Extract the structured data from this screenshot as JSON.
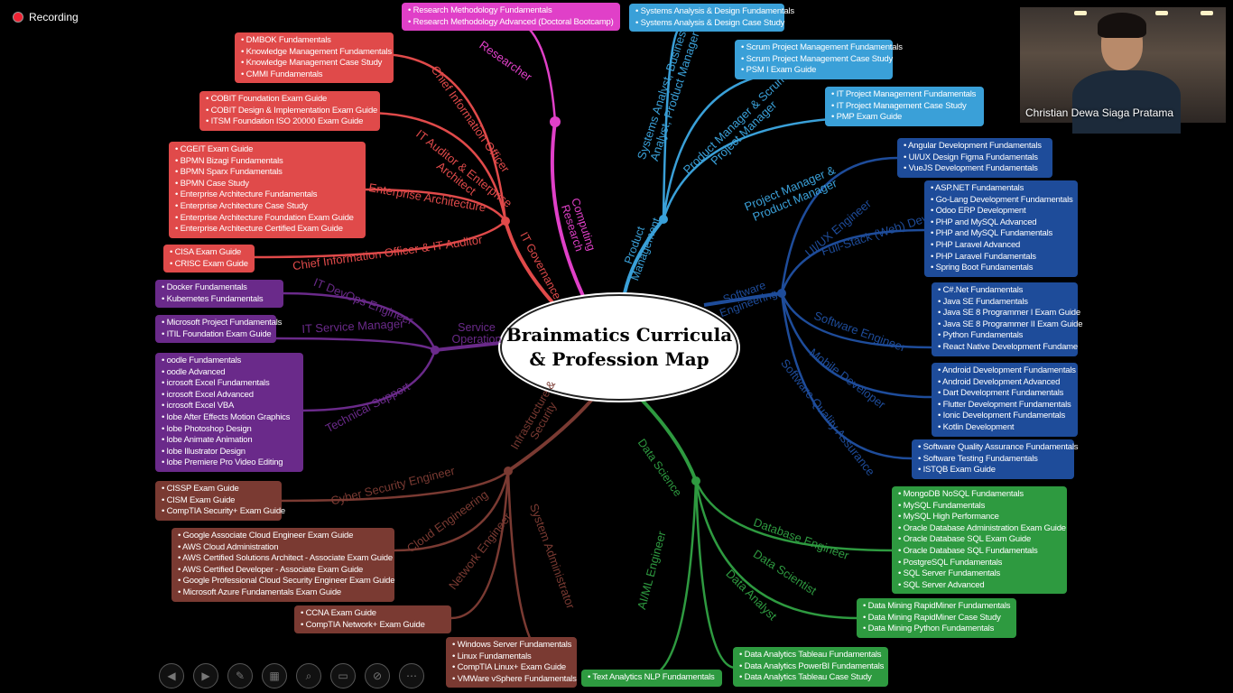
{
  "recording": {
    "label": "Recording"
  },
  "presenter": {
    "name": "Christian Dewa Siaga Pratama"
  },
  "center": {
    "line1": "Brainmatics Curricula",
    "line2": "& Profession Map"
  },
  "colors": {
    "research": "#e040c8",
    "governance": "#e04a4a",
    "service": "#6a2a8a",
    "infra": "#7a3a32",
    "product": "#3aa0d8",
    "software": "#1e4c9a",
    "data": "#2e9a40"
  },
  "branches": [
    {
      "id": "research",
      "label": "Computing Research"
    },
    {
      "id": "governance",
      "label": "IT Governance"
    },
    {
      "id": "service",
      "label": "Service Operation"
    },
    {
      "id": "infra",
      "label": "Infrastructure & Security"
    },
    {
      "id": "product",
      "label": "Product Management"
    },
    {
      "id": "software",
      "label": "Software Engineering"
    },
    {
      "id": "data",
      "label": "Data Science"
    }
  ],
  "roles": [
    {
      "label": "Researcher"
    },
    {
      "label": "Chief Information Officer"
    },
    {
      "label": "IT Auditor & Enterprise Architect"
    },
    {
      "label": "Enterprise Architecture"
    },
    {
      "label": "Chief Information Officer & IT Auditor"
    },
    {
      "label": "IT DevOps Engineer"
    },
    {
      "label": "IT Service Manager"
    },
    {
      "label": "Technical Support"
    },
    {
      "label": "Cyber Security Engineer"
    },
    {
      "label": "Cloud Engineering"
    },
    {
      "label": "Network Engineer"
    },
    {
      "label": "System Administrator"
    },
    {
      "label": "Systems Analyst, Business Analyst, Product Manager"
    },
    {
      "label": "Product Manager & Scrum Project Manager"
    },
    {
      "label": "Project Manager & Product Manager"
    },
    {
      "label": "UI/UX Engineer"
    },
    {
      "label": "Full-Stack (Web) Developer"
    },
    {
      "label": "Software Engineer"
    },
    {
      "label": "Mobile Developer"
    },
    {
      "label": "Software Quality Assurance"
    },
    {
      "label": "Database Engineer"
    },
    {
      "label": "Data Scientist"
    },
    {
      "label": "Data Analyst"
    },
    {
      "label": "AI/ML Engineer"
    }
  ],
  "boxes": [
    {
      "items": [
        "Research Methodology Fundamentals",
        "Research Methodology Advanced (Doctoral Bootcamp)"
      ]
    },
    {
      "items": [
        "DMBOK Fundamentals",
        "Knowledge Management Fundamentals",
        "Knowledge Management Case Study",
        "CMMI Fundamentals"
      ]
    },
    {
      "items": [
        "COBIT Foundation Exam Guide",
        "COBIT Design & Implementation Exam Guide",
        "ITSM Foundation ISO 20000 Exam Guide"
      ]
    },
    {
      "items": [
        "CGEIT Exam Guide",
        "BPMN Bizagi Fundamentals",
        "BPMN Sparx Fundamentals",
        "BPMN Case Study",
        "Enterprise Architecture Fundamentals",
        "Enterprise Architecture Case Study",
        "Enterprise Architecture Foundation Exam Guide",
        "Enterprise Architecture Certified Exam Guide"
      ]
    },
    {
      "items": [
        "CISA Exam Guide",
        "CRISC Exam Guide"
      ]
    },
    {
      "items": [
        "Docker Fundamentals",
        "Kubernetes Fundamentals"
      ]
    },
    {
      "items": [
        "Microsoft Project Fundamentals",
        "ITIL Foundation Exam Guide"
      ]
    },
    {
      "items": [
        "oodle Fundamentals",
        "oodle Advanced",
        "icrosoft Excel Fundamentals",
        "icrosoft Excel Advanced",
        "icrosoft Excel VBA",
        "lobe After Effects Motion Graphics",
        "lobe Photoshop Design",
        "lobe Animate Animation",
        "lobe Illustrator Design",
        "lobe Premiere Pro Video Editing"
      ]
    },
    {
      "items": [
        "CISSP Exam Guide",
        "CISM Exam Guide",
        "CompTIA Security+ Exam Guide"
      ]
    },
    {
      "items": [
        "Google Associate Cloud Engineer Exam Guide",
        "AWS Cloud Administration",
        "AWS Certified Solutions Architect - Associate Exam Guide",
        "AWS Certified Developer - Associate Exam Guide",
        "Google Professional Cloud Security Engineer Exam Guide",
        "Microsoft Azure Fundamentals Exam Guide"
      ]
    },
    {
      "items": [
        "CCNA Exam Guide",
        "CompTIA Network+ Exam Guide"
      ]
    },
    {
      "items": [
        "Windows Server Fundamentals",
        "Linux Fundamentals",
        "CompTIA Linux+ Exam Guide",
        "VMWare vSphere Fundamentals"
      ]
    },
    {
      "items": [
        "Systems Analysis & Design Fundamentals",
        "Systems Analysis & Design Case Study"
      ]
    },
    {
      "items": [
        "Scrum Project Management Fundamentals",
        "Scrum Project Management Case Study",
        "PSM I Exam Guide"
      ]
    },
    {
      "items": [
        "IT Project Management Fundamentals",
        "IT Project Management Case Study",
        "PMP Exam Guide"
      ]
    },
    {
      "items": [
        "Angular Development Fundamentals",
        "UI/UX Design Figma Fundamentals",
        "VueJS Development Fundamentals"
      ]
    },
    {
      "items": [
        "ASP.NET Fundamentals",
        "Go-Lang Development Fundamentals",
        "Odoo ERP Development",
        "PHP and MySQL Advanced",
        "PHP and MySQL Fundamentals",
        "PHP Laravel Advanced",
        "PHP Laravel Fundamentals",
        "Spring Boot Fundamentals"
      ]
    },
    {
      "items": [
        "C#.Net Fundamentals",
        "Java SE Fundamentals",
        "Java SE 8 Programmer I Exam Guide",
        "Java SE 8 Programmer II Exam Guide",
        "Python Fundamentals",
        "React Native Development Fundame"
      ]
    },
    {
      "items": [
        "Android Development Fundamentals",
        "Android Development Advanced",
        "Dart Development Fundamentals",
        "Flutter Development Fundamentals",
        "Ionic Development Fundamentals",
        "Kotlin Development"
      ]
    },
    {
      "items": [
        "Software Quality Assurance Fundamentals",
        "Software Testing Fundamentals",
        "ISTQB Exam Guide"
      ]
    },
    {
      "items": [
        "MongoDB NoSQL Fundamentals",
        "MySQL Fundamentals",
        "MySQL High Performance",
        "Oracle Database Administration Exam Guide",
        "Oracle Database SQL Exam Guide",
        "Oracle Database SQL Fundamentals",
        "PostgreSQL Fundamentals",
        "SQL Server Fundamentals",
        "SQL Server Advanced"
      ]
    },
    {
      "items": [
        "Data Mining RapidMiner Fundamentals",
        "Data Mining RapidMiner Case Study",
        "Data Mining Python Fundamentals"
      ]
    },
    {
      "items": [
        "Data Analytics Tableau Fundamentals",
        "Data Analytics PowerBI Fundamentals",
        "Data Analytics Tableau Case Study"
      ]
    },
    {
      "items": [
        "Text Analytics NLP Fundamentals"
      ]
    }
  ],
  "controls": [
    {
      "icon": "previous-icon",
      "glyph": "◀"
    },
    {
      "icon": "next-icon",
      "glyph": "▶"
    },
    {
      "icon": "pen-icon",
      "glyph": "✎"
    },
    {
      "icon": "slides-icon",
      "glyph": "▦"
    },
    {
      "icon": "zoom-icon",
      "glyph": "⌕"
    },
    {
      "icon": "subtitles-icon",
      "glyph": "▭"
    },
    {
      "icon": "camera-off-icon",
      "glyph": "⊘"
    },
    {
      "icon": "more-icon",
      "glyph": "⋯"
    }
  ]
}
